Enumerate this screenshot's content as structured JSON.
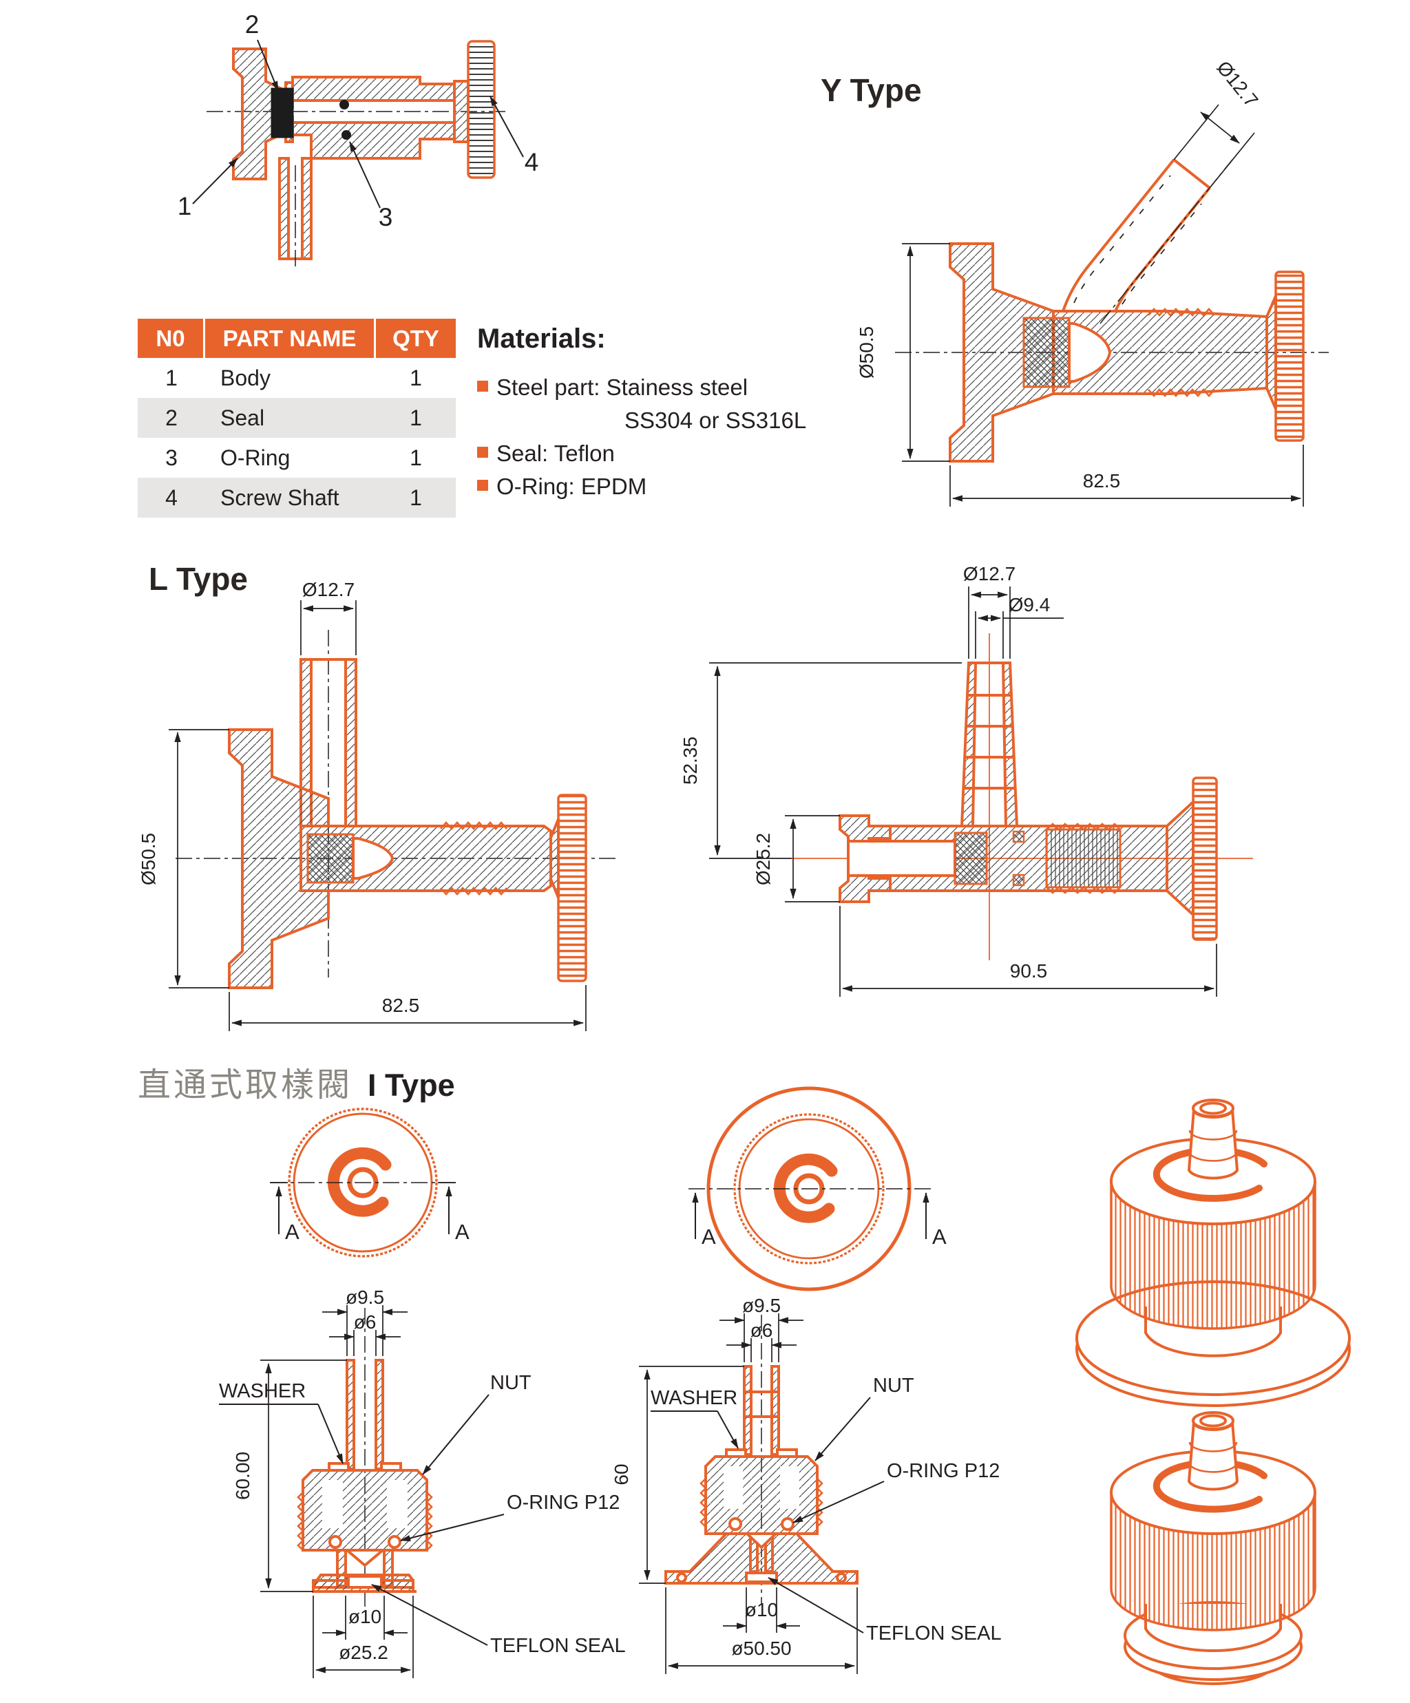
{
  "titles": {
    "y": "Y Type",
    "l": "L Type",
    "i_cn": "直通式取樣閥",
    "i_en": "I Type"
  },
  "parts_table": {
    "col_no": "N0",
    "col_name": "PART NAME",
    "col_qty": "QTY",
    "rows": [
      [
        "1",
        "Body",
        "1"
      ],
      [
        "2",
        "Seal",
        "1"
      ],
      [
        "3",
        "O-Ring",
        "1"
      ],
      [
        "4",
        "Screw Shaft",
        "1"
      ]
    ]
  },
  "materials": {
    "title": "Materials:",
    "steel_line1": "Steel part: Stainess steel",
    "steel_line2": "SS304 or SS316L",
    "seal": "Seal: Teflon",
    "oring": "O-Ring: EPDM"
  },
  "exploded": {
    "callouts": [
      "1",
      "2",
      "3",
      "4"
    ]
  },
  "y_type": {
    "dim_tube": "Ø12.7",
    "dim_flange": "Ø50.5",
    "dim_length": "82.5"
  },
  "l_type": {
    "dim_tube": "Ø12.7",
    "dim_flange": "Ø50.5",
    "dim_length": "82.5"
  },
  "barb_type": {
    "dim_tube": "Ø12.7",
    "dim_bore": "Ø9.4",
    "dim_height": "52.35",
    "dim_port": "Ø25.2",
    "dim_length": "90.5"
  },
  "section": {
    "label": "A"
  },
  "detail_left": {
    "dim_top": "ø9.5",
    "dim_top2": "ø6",
    "washer": "WASHER",
    "nut": "NUT",
    "oring": "O-RING P12",
    "dim_height": "60.00",
    "dim_bore": "ø10",
    "dim_base": "ø25.2",
    "teflon": "TEFLON SEAL"
  },
  "detail_right": {
    "dim_top": "ø9.5",
    "dim_top2": "ø6",
    "washer": "WASHER",
    "nut": "NUT",
    "oring": "O-RING P12",
    "dim_height": "60",
    "dim_bore": "ø10",
    "dim_base": "ø50.50",
    "teflon": "TEFLON SEAL"
  },
  "colors": {
    "accent": "#E8632B",
    "line": "#231F20",
    "row_alt": "#E7E6E4",
    "cn_gray": "#8B8781"
  }
}
